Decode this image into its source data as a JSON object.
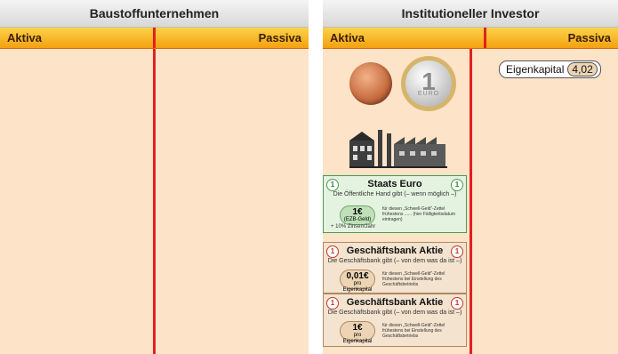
{
  "left_panel": {
    "title": "Baustoffunternehmen",
    "assets_label": "Aktiva",
    "liabilities_label": "Passiva"
  },
  "right_panel": {
    "title": "Institutioneller Investor",
    "assets_label": "Aktiva",
    "liabilities_label": "Passiva",
    "coin_euro": {
      "number": "1",
      "currency": "EURO"
    },
    "certificates": [
      {
        "title": "Staats Euro",
        "badge": "1",
        "line": "Die Öffentliche Hand gibt (– wenn möglich –)",
        "amount": "1€",
        "amount_sub": "(EZB-Geld)",
        "fine": "für diesen „Schwell-Geld“-Zettel frühestens ...... (hier Fälligkeitsdatum eintragen)",
        "note": "+ 10% Zinsen/Jahr"
      },
      {
        "title": "Geschäftsbank Aktie",
        "badge": "1",
        "line": "Die Geschäftsbank gibt (– von dem was da ist –)",
        "amount": "0,01€",
        "amount_sub": "pro Eigenkapital",
        "fine": "für diesen „Schwell-Geld“-Zettel frühestens bei Einstellung des Geschäftsbetriebs"
      },
      {
        "title": "Geschäftsbank Aktie",
        "badge": "1",
        "line": "Die Geschäftsbank gibt (– von dem was da ist –)",
        "amount": "1€",
        "amount_sub": "pro Eigenkapital",
        "fine": "für diesen „Schwell-Geld“-Zettel frühestens bei Einstellung des Geschäftsbetriebs"
      }
    ],
    "equity": {
      "label": "Eigenkapital",
      "value": "4,02"
    }
  },
  "colors": {
    "header_gold": "#f4a010",
    "column_bg": "#fde3c8",
    "divider_red": "#e32020",
    "staat_green": "#e4f3e0",
    "bank_tan": "#f3e3cf"
  },
  "icons": [
    "cent-coin-icon",
    "euro-coin-icon",
    "factory-icon"
  ]
}
